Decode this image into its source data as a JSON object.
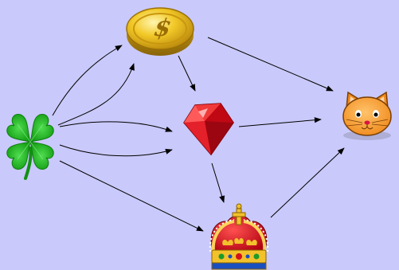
{
  "diagram": {
    "background_color": "#c9c9fb",
    "nodes": [
      {
        "id": "clover",
        "icon": "four-leaf-clover-icon",
        "color": "#22b322"
      },
      {
        "id": "coin",
        "icon": "gold-dollar-coin-icon",
        "color": "#e8b81a"
      },
      {
        "id": "ruby",
        "icon": "ruby-gem-icon",
        "color": "#c8141e"
      },
      {
        "id": "crown",
        "icon": "royal-crown-icon",
        "color": "#d4111b"
      },
      {
        "id": "cat",
        "icon": "orange-cat-face-icon",
        "color": "#f39a2b"
      }
    ],
    "edges": [
      {
        "from": "clover",
        "to": "coin"
      },
      {
        "from": "clover",
        "to": "coin"
      },
      {
        "from": "clover",
        "to": "ruby"
      },
      {
        "from": "clover",
        "to": "ruby"
      },
      {
        "from": "clover",
        "to": "crown"
      },
      {
        "from": "coin",
        "to": "ruby"
      },
      {
        "from": "coin",
        "to": "cat"
      },
      {
        "from": "ruby",
        "to": "crown"
      },
      {
        "from": "ruby",
        "to": "cat"
      },
      {
        "from": "crown",
        "to": "cat"
      }
    ]
  }
}
